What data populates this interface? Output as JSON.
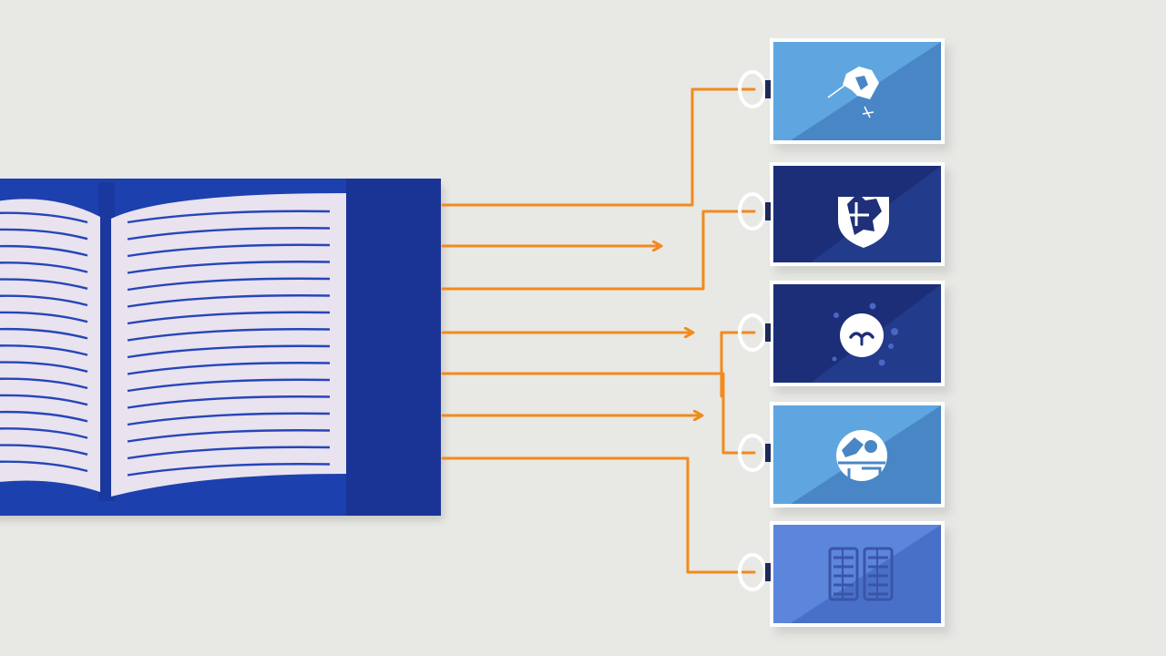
{
  "colors": {
    "background": "#e8e8e5",
    "book_cover": "#1f3fae",
    "book_cover_dark": "#1a3496",
    "page": "#e9e2ef",
    "page_line": "#2446b8",
    "connector": "#f28a1c",
    "card_border": "#ffffff",
    "clip": "#ffffff"
  },
  "book": {
    "name": "open-book",
    "line_count": 16
  },
  "arrows": [
    {
      "name": "arrow-1",
      "connects_to": "card-1"
    },
    {
      "name": "arrow-2",
      "connects_to": null
    },
    {
      "name": "arrow-3",
      "connects_to": "card-2"
    },
    {
      "name": "arrow-4",
      "connects_to": null
    },
    {
      "name": "arrow-5",
      "connects_to": "card-3"
    },
    {
      "name": "arrow-6",
      "connects_to": null
    },
    {
      "name": "arrow-7",
      "connects_to": "card-5"
    }
  ],
  "cards": [
    {
      "name": "card-1",
      "icon": "map-shape-icon",
      "color_light": "#5fa6e0",
      "color_dark": "#4a86c6"
    },
    {
      "name": "card-2",
      "icon": "shield-map-icon",
      "color_light": "#1f2f78",
      "color_dark": "#243a8a"
    },
    {
      "name": "card-3",
      "icon": "face-circle-icon",
      "color_light": "#1f2f78",
      "color_dark": "#243a8a"
    },
    {
      "name": "card-4",
      "icon": "globe-icon",
      "color_light": "#5fa6e0",
      "color_dark": "#4a86c6"
    },
    {
      "name": "card-5",
      "icon": "grid-document-icon",
      "color_light": "#5b85dc",
      "color_dark": "#4a6fc8"
    }
  ]
}
